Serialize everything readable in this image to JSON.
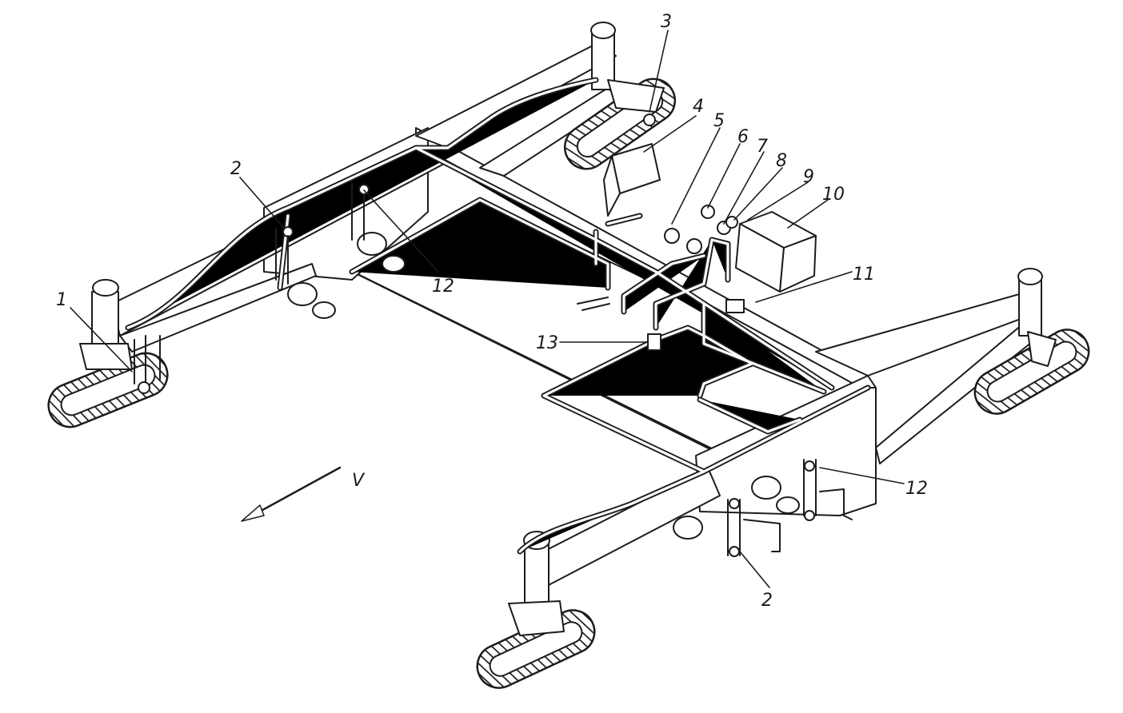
{
  "diagram": {
    "callouts": [
      "1",
      "2",
      "3",
      "4",
      "5",
      "6",
      "7",
      "8",
      "9",
      "10",
      "11",
      "12",
      "13",
      "12",
      "2"
    ],
    "direction_label": "V"
  }
}
